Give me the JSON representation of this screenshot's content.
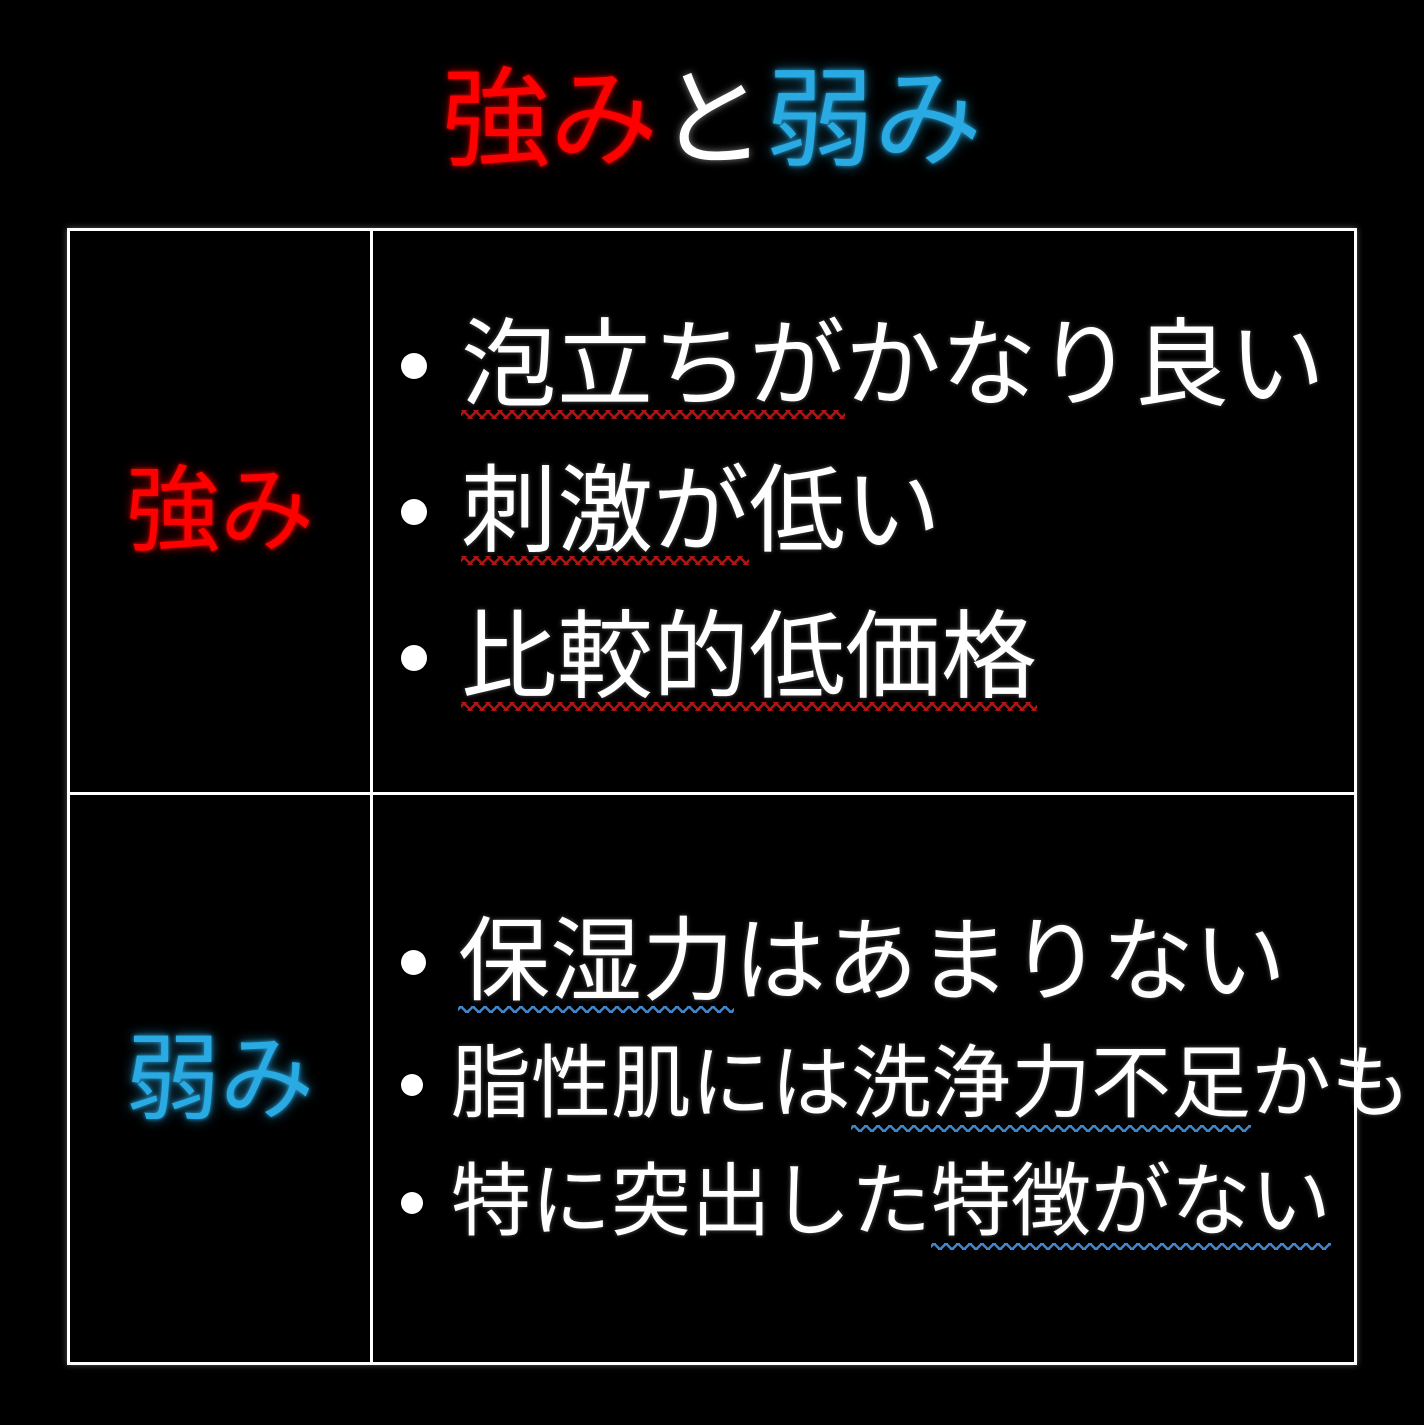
{
  "slide": {
    "background_color": "#000000",
    "border_color": "#ffffff"
  },
  "colors": {
    "strength": "#ff0000",
    "weakness": "#29aae3",
    "text": "#ffffff",
    "squiggle_red": "#b11414",
    "squiggle_blue": "#3f87c8"
  },
  "title": {
    "full": "強みと弱み",
    "part_strength": "強み",
    "part_conjunction": "と",
    "part_weakness": "弱み"
  },
  "table": {
    "rows": [
      {
        "label": "強み",
        "label_color": "#ff0000",
        "bullets": [
          {
            "full": "泡立ちがかなり良い",
            "underlined": "泡立ちが",
            "rest": "かなり良い",
            "underline_color": "red"
          },
          {
            "full": "刺激が低い",
            "underlined": "刺激が",
            "rest": "低い",
            "underline_color": "red"
          },
          {
            "full": "比較的低価格",
            "underlined": "比較的低価格",
            "rest": "",
            "underline_color": "red"
          }
        ]
      },
      {
        "label": "弱み",
        "label_color": "#29aae3",
        "bullets": [
          {
            "full": "保湿力はあまりない",
            "underlined": "保湿力",
            "rest": "はあまりない",
            "underline_color": "blue"
          },
          {
            "full": "脂性肌には洗浄力不足かも",
            "lead": "脂性肌には",
            "underlined": "洗浄力不足",
            "rest": "かも",
            "underline_color": "blue"
          },
          {
            "full": "特に突出した特徴がない",
            "lead": "特に突出した",
            "underlined": "特徴がない",
            "rest": "",
            "underline_color": "blue"
          }
        ]
      }
    ]
  }
}
